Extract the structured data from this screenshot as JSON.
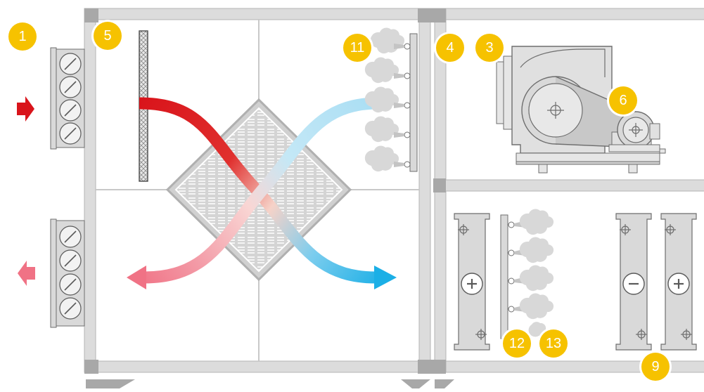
{
  "colors": {
    "badge": "#f6c200",
    "frame": "#c8c8c8",
    "frame_light": "#dcdcdc",
    "corner": "#a8a8a8",
    "outline": "#6e6e6e",
    "component_fill": "#d9d9d9",
    "hot_supply": "#d9141b",
    "warm_exhaust": "#f07285",
    "cool_supply": "#a9def4",
    "cold_exhaust": "#1bafe6"
  },
  "icons": {
    "fresh_air_arrow": "arrow-right",
    "exhaust_air_arrow": "arrow-left",
    "damper": "damper-louver",
    "heater": "plus-symbol",
    "cooler": "minus-symbol"
  },
  "badges": [
    {
      "id": "b1",
      "label": "1"
    },
    {
      "id": "b5",
      "label": "5"
    },
    {
      "id": "b11",
      "label": "11"
    },
    {
      "id": "b4",
      "label": "4"
    },
    {
      "id": "b3",
      "label": "3"
    },
    {
      "id": "b6",
      "label": "6"
    },
    {
      "id": "b12",
      "label": "12"
    },
    {
      "id": "b13",
      "label": "13"
    },
    {
      "id": "b9",
      "label": "9"
    }
  ]
}
